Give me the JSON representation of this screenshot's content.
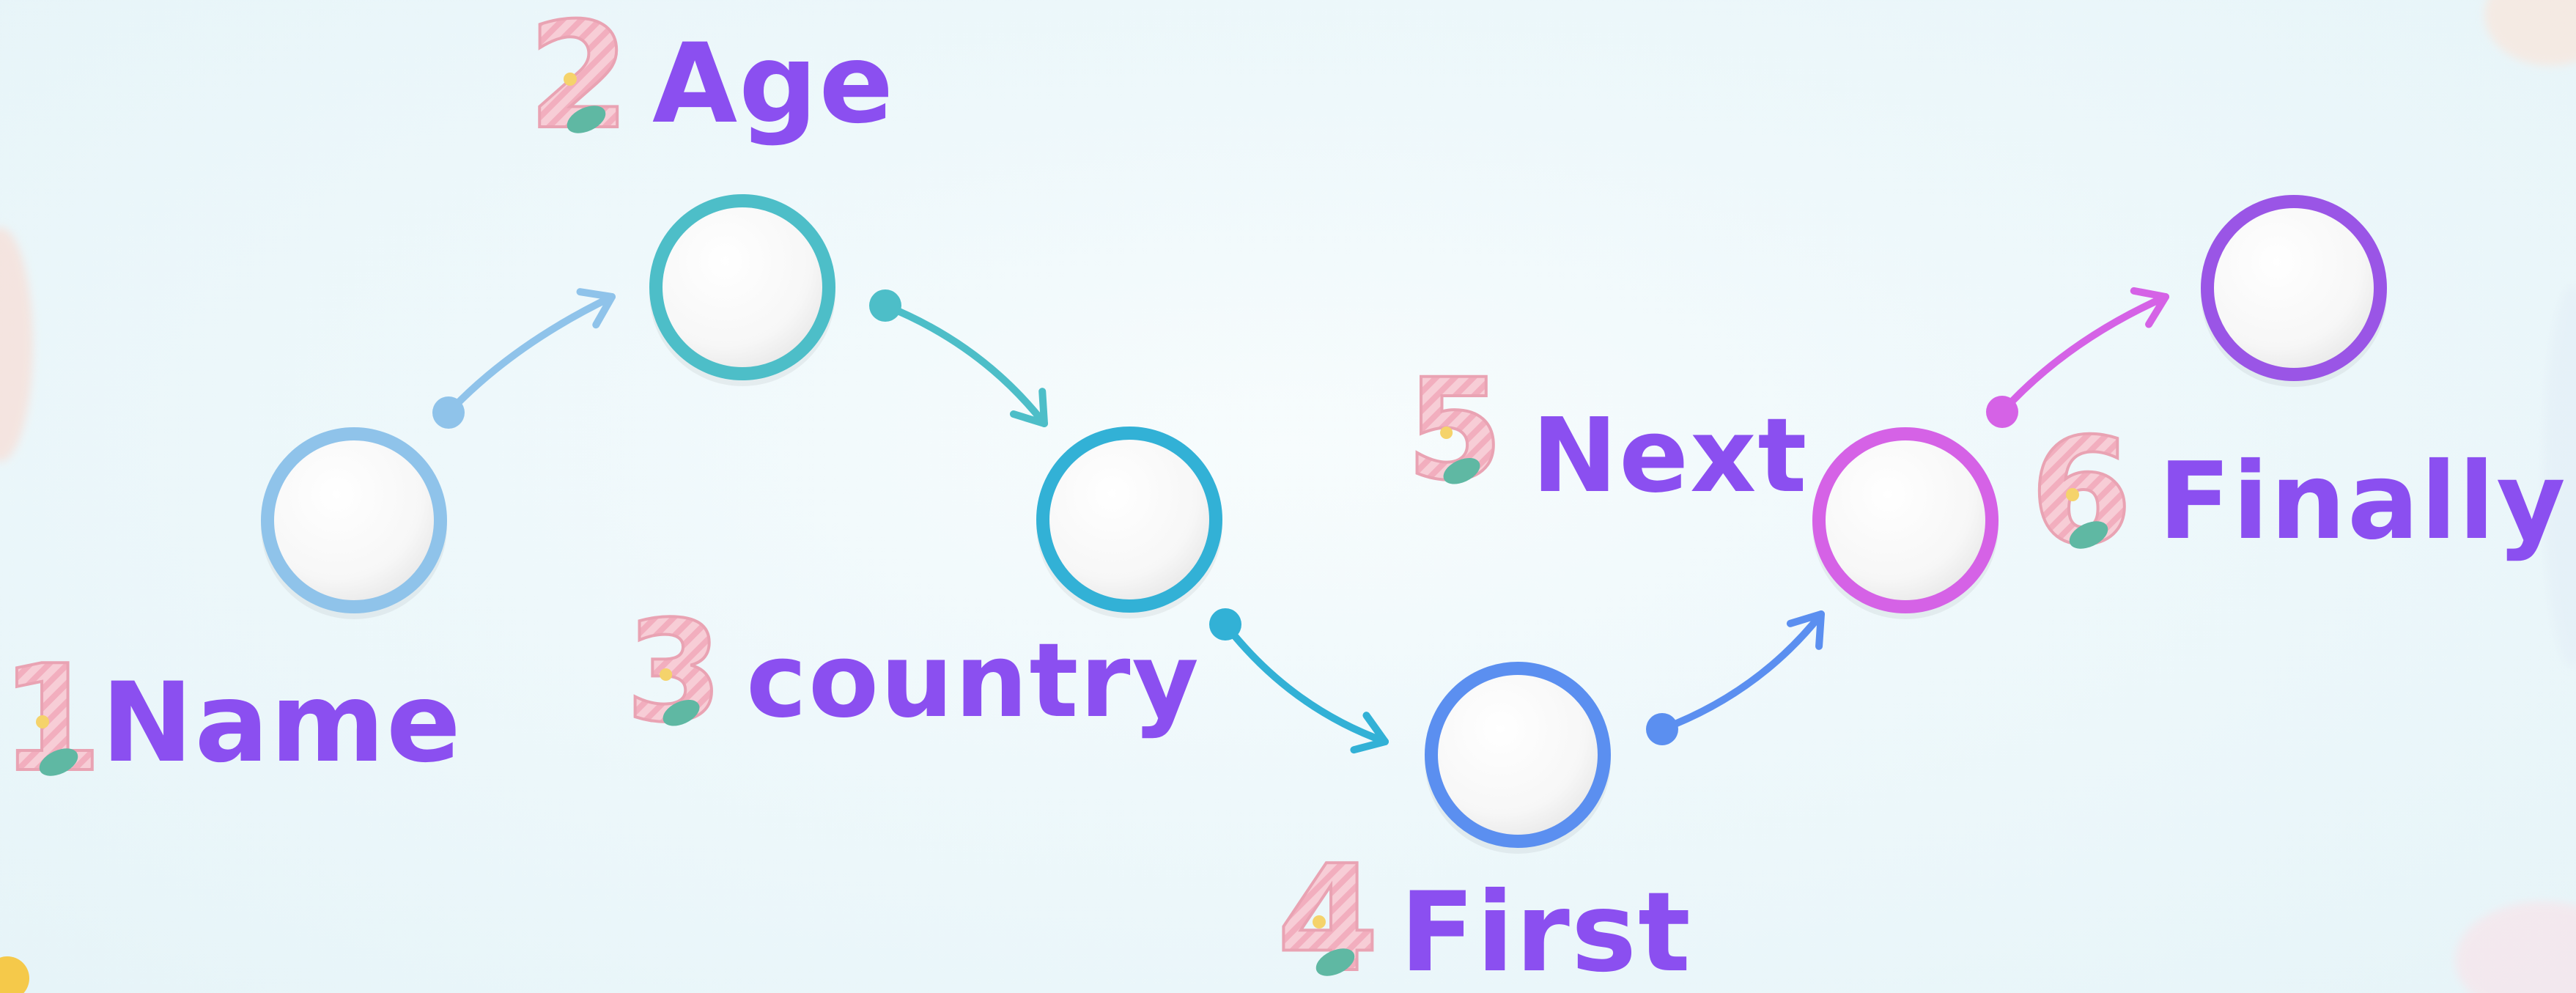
{
  "colors": {
    "label": "#8b4ff0",
    "background": "#eef8fb",
    "number_fill": "#f6c9d2",
    "number_stripe": "#f09db0",
    "leaf": "#5fb8a3",
    "flower": "#f5d36b"
  },
  "steps": [
    {
      "number": "1",
      "label": "Name",
      "color": "#8fc3ea"
    },
    {
      "number": "2",
      "label": "Age",
      "color": "#4dbec8"
    },
    {
      "number": "3",
      "label": "country",
      "color": "#32b1d6"
    },
    {
      "number": "4",
      "label": "First",
      "color": "#5b8ff0"
    },
    {
      "number": "5",
      "label": "Next",
      "color": "#d562e6"
    },
    {
      "number": "6",
      "label": "Finally",
      "color": "#9a55e6"
    }
  ]
}
